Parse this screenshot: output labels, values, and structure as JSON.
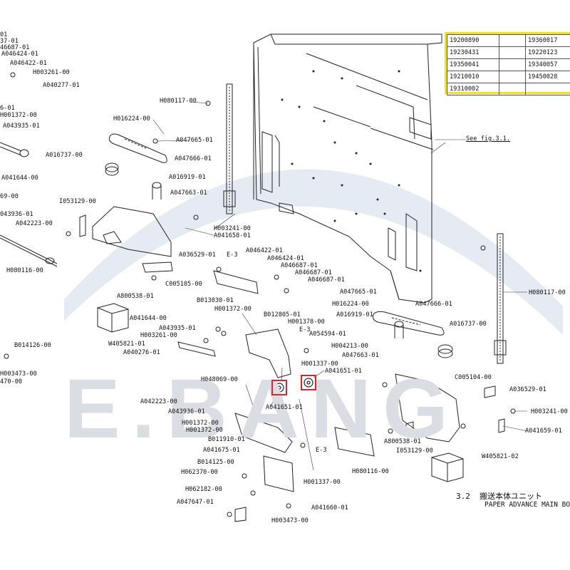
{
  "watermark": "E.BANG",
  "part_table": {
    "rows": [
      [
        "19200890",
        "",
        "19360017"
      ],
      [
        "19230431",
        "",
        "19220123"
      ],
      [
        "19350041",
        "",
        "19340057"
      ],
      [
        "19210010",
        "",
        "19450028"
      ],
      [
        "19310002",
        "",
        ""
      ]
    ]
  },
  "note": "See fig.3.1.",
  "caption": {
    "number": "3.2",
    "title_jp": "搬送本体ユニット",
    "title_en": "PAPER ADVANCE MAIN BO"
  },
  "labels": [
    "01",
    "37-01",
    "46687-01",
    "A046424-01",
    "A046422-01",
    "H003261-00",
    "A040277-01",
    "6-01",
    "H001372-00",
    "A043935-01",
    "A041644-00",
    "69-00",
    "043936-01",
    "A042223-00",
    "H080117-00",
    "H016224-00",
    "A047665-01",
    "A047666-01",
    "A016737-00",
    "A016919-01",
    "A047663-01",
    "I053129-00",
    "H003241-00",
    "A041658-01",
    "A036529-01",
    "E-3",
    "H080116-00",
    "C005105-00",
    "A800538-01",
    "B014126-00",
    "H003473-00",
    "470-00",
    "A046422-01",
    "A046424-01",
    "A046687-01",
    "A046687-01",
    "A046687-01",
    "B013030-01",
    "H001372-00",
    "A041644-00",
    "A043935-01",
    "W405821-01",
    "H003261-00",
    "A040276-01",
    "B012805-01",
    "H001378-00",
    "E-3",
    "A054594-01",
    "H004213-00",
    "A047663-01",
    "H001337-00",
    "A041651-01",
    "A041651-01",
    "H048069-00",
    "A042223-00",
    "A043936-01",
    "H001372-00",
    "H001372-00",
    "B011910-01",
    "A041675-01",
    "E-3",
    "B014125-00",
    "H062370-00",
    "H062182-00",
    "A047647-01",
    "H003473-00",
    "A041660-01",
    "H001337-00",
    "H080116-00",
    "A800538-01",
    "I053129-00",
    "W405821-02",
    "A047665-01",
    "A047666-01",
    "H016224-00",
    "A016919-01",
    "A016737-00",
    "H080117-00",
    "C005104-00",
    "A036529-01",
    "H003241-00",
    "A041659-01"
  ]
}
